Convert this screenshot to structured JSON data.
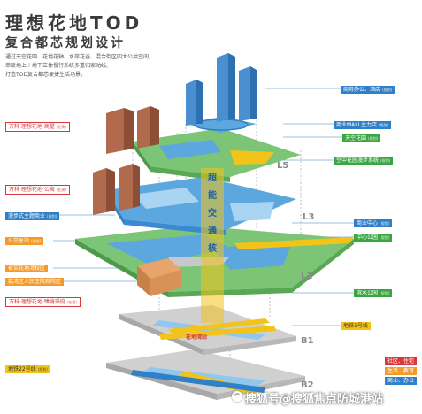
{
  "header": {
    "title": "理想花地TOD",
    "subtitle": "复合都芯规划设计",
    "intro_lines": [
      "通过天空花園、花地花轴、水岸花谷、混合街区四大公共空间,",
      "串联地上＋地下立体慢行系统多重归家动线,",
      "打造TOD复合都芯便捷生活场景。"
    ]
  },
  "levels": {
    "l5": "L5",
    "l3": "L3",
    "l1": "L1",
    "b1": "B1",
    "b2": "B2"
  },
  "corridor": {
    "chars": [
      "超",
      "能",
      "交",
      "通",
      "核"
    ]
  },
  "labels": {
    "vanke_shop": {
      "text": "万科·理想花地·商墅",
      "sub": "(在建)"
    },
    "vanke_commercial": {
      "text": "万科·理想花地·公寓",
      "sub": "(在建)"
    },
    "vanke_residence": {
      "text": "万科·理想花地·臻境璟府",
      "sub": "(在建)"
    },
    "mall_walk": {
      "text": "漫步式主题商业",
      "sub": "(规划)"
    },
    "park_ext": {
      "text": "公交总站",
      "sub": "(规划)"
    },
    "school": {
      "text": "省实花地湾校区",
      "sub": ""
    },
    "hospital": {
      "text": "荔湾区人民医院新院区",
      "sub": ""
    },
    "office": {
      "text": "商务办公、酒店",
      "sub": "(规划)"
    },
    "mall_main": {
      "text": "商业MALL主力店",
      "sub": "(规划)"
    },
    "sky_garden": {
      "text": "天空花園",
      "sub": "(规划)"
    },
    "sky_walk": {
      "text": "空中花园漫步系统",
      "sub": "(规划)"
    },
    "commercial_center": {
      "text": "商业中心",
      "sub": "(规划)"
    },
    "center_park": {
      "text": "中心公园",
      "sub": "(规划)"
    },
    "water_park": {
      "text": "滨水公园",
      "sub": "(规划)"
    },
    "metro1": {
      "text": "地铁1号线",
      "sub": ""
    },
    "metro22": {
      "text": "地铁22号线",
      "sub": "(规划)"
    },
    "station": {
      "text": "花地湾站",
      "sub": ""
    }
  },
  "legend": {
    "items": [
      {
        "label": "社区、住宅",
        "color": "#d9383a"
      },
      {
        "label": "生活、教育",
        "color": "#f39a2b"
      },
      {
        "label": "商业、办公",
        "color": "#2f80c8"
      }
    ]
  },
  "watermark": {
    "text": "搜狐号@搜狐焦点防城港站"
  },
  "colors": {
    "red": "#d9383a",
    "blue": "#2f80c8",
    "green": "#3aa641",
    "yellow": "#f2c318",
    "orange": "#f39a2b",
    "grey": "#c8c8c8"
  }
}
